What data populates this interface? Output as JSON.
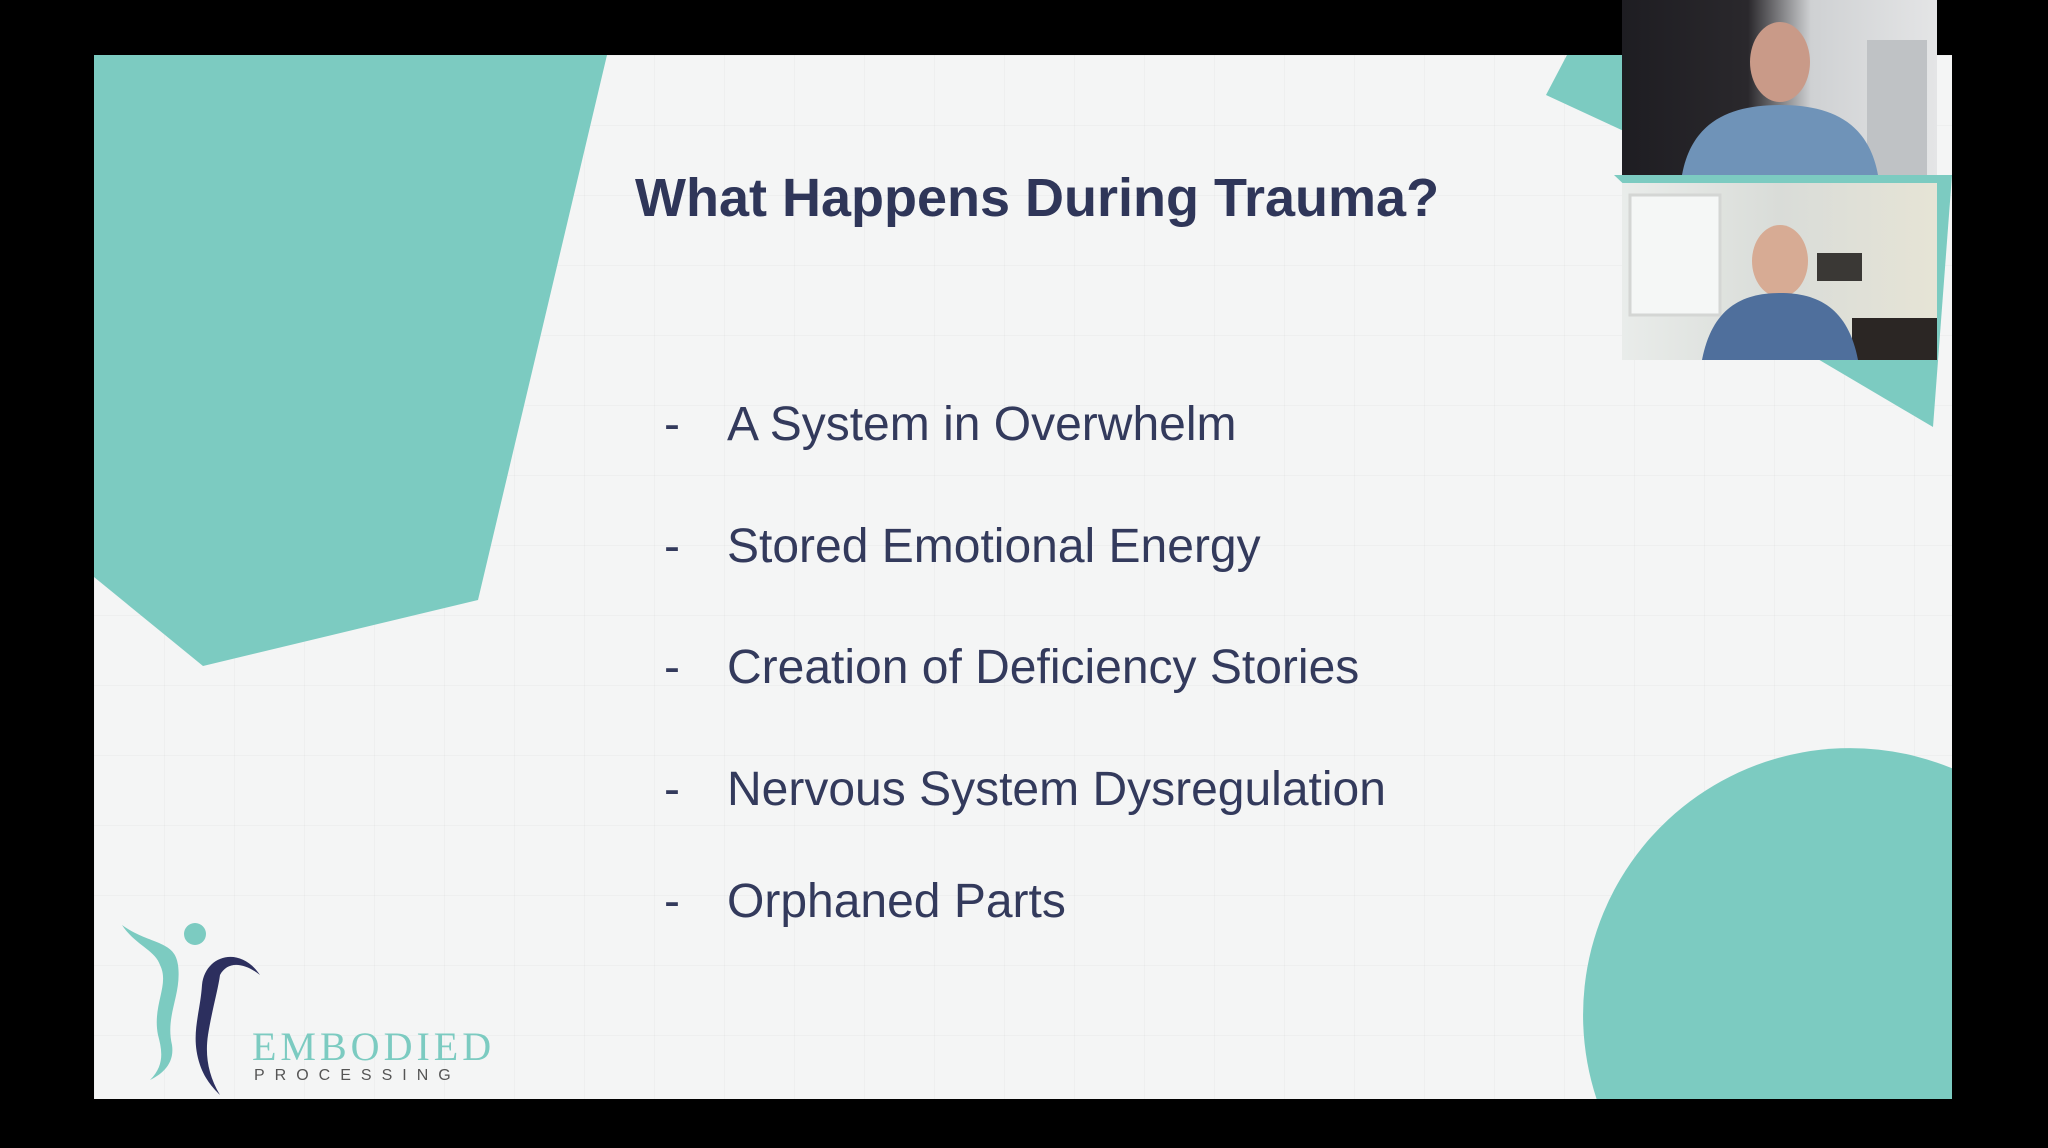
{
  "slide": {
    "title": "What Happens During Trauma?",
    "bullet_marker": "-",
    "bullets": [
      "A System in Overwhelm",
      "Stored Emotional Energy",
      "Creation of Deficiency Stories",
      "Nervous System Dysregulation",
      "Orphaned Parts"
    ],
    "logo": {
      "word": "EMBODIED",
      "sub": "PROCESSING"
    }
  },
  "colors": {
    "accent": "#7ccbc1",
    "navy": "#2f3659",
    "background": "#f4f5f5"
  },
  "participants": [
    {
      "tile": "participant-video-1"
    },
    {
      "tile": "participant-video-2"
    }
  ]
}
